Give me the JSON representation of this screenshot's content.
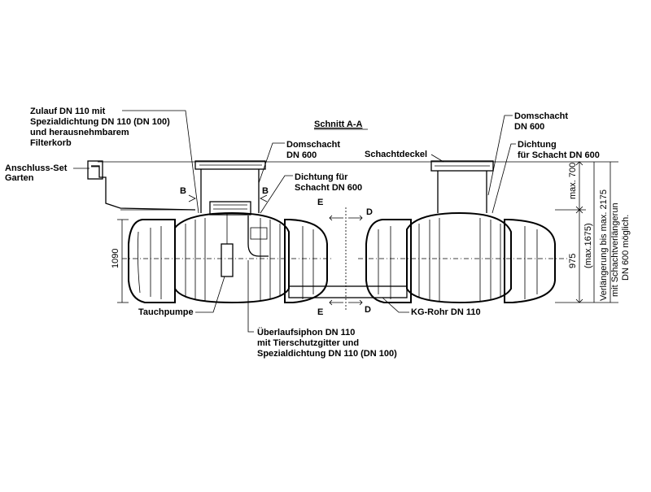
{
  "labels": {
    "zulauf": [
      "Zulauf DN 110 mit",
      "Spezialdichtung DN 110 (DN 100)",
      "und herausnehmbarem",
      "Filterkorb"
    ],
    "anschluss": [
      "Anschluss-Set",
      "Garten"
    ],
    "schnitt": "Schnitt A-A",
    "domschacht_left": [
      "Domschacht",
      "DN 600"
    ],
    "dichtung_left": [
      "Dichtung für",
      "Schacht DN 600"
    ],
    "domschacht_right": [
      "Domschacht",
      "DN 600"
    ],
    "dichtung_right": [
      "Dichtung",
      "für Schacht DN 600"
    ],
    "schachtdeckel": "Schachtdeckel",
    "tauchpumpe": "Tauchpumpe",
    "kg_rohr": "KG-Rohr DN 110",
    "ueberlauf": [
      "Überlaufsiphon DN 110",
      "mit Tierschutzgitter und",
      "Spezialdichtung DN 110 (DN 100)"
    ],
    "section_b": "B",
    "section_d": "D",
    "section_e": "E"
  },
  "dimensions": {
    "h1090": "1090",
    "h975": "975",
    "max700": "max. 700",
    "max1675": "(max.1675)",
    "verl1": "Verlängerung bis max. 2175",
    "verl2": "mit Schachtverlängerun",
    "verl3": "DN 600 möglich."
  }
}
